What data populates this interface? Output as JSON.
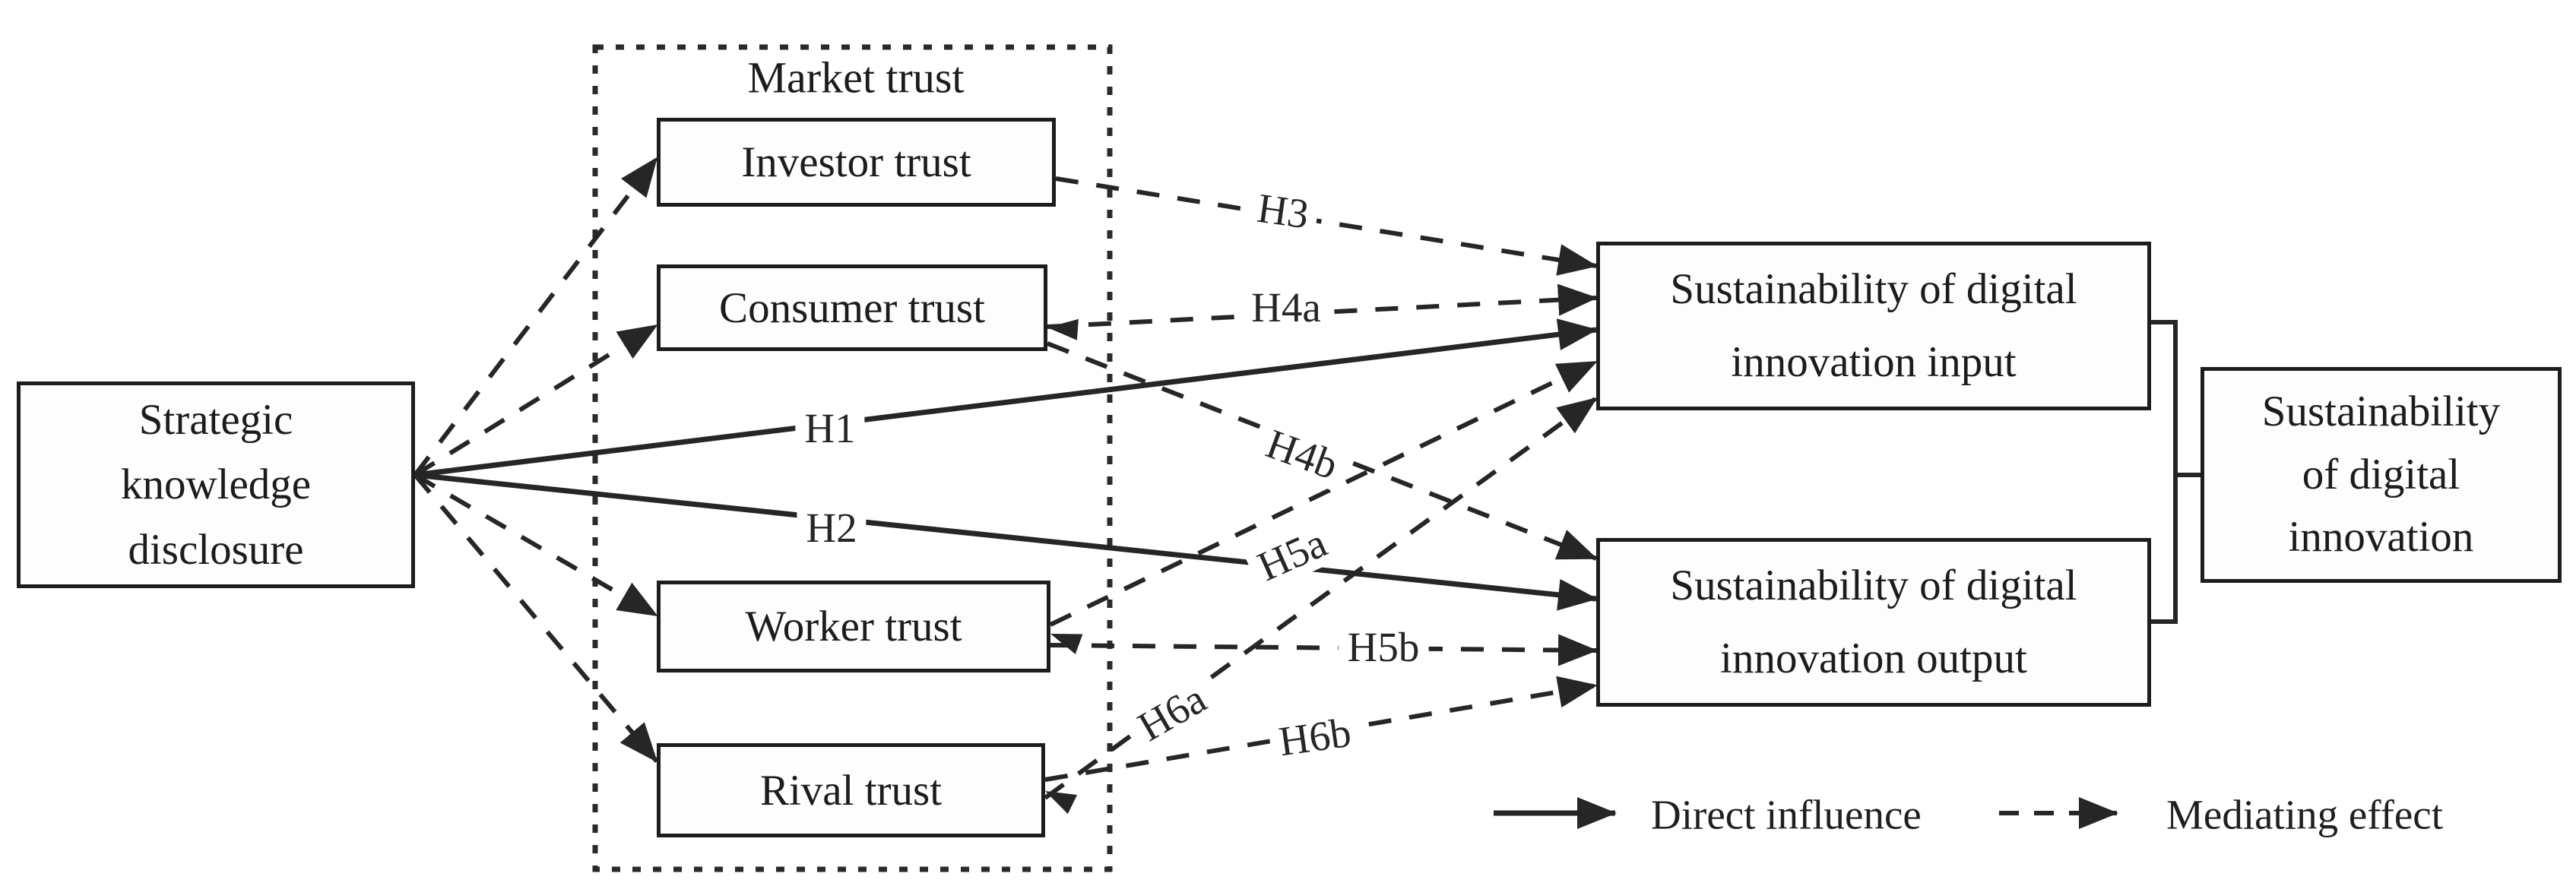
{
  "diagram": {
    "group_title": "Market trust",
    "nodes": {
      "skd": {
        "line1": "Strategic",
        "line2": "knowledge",
        "line3": "disclosure"
      },
      "investor": {
        "label": "Investor trust"
      },
      "consumer": {
        "label": "Consumer trust"
      },
      "worker": {
        "label": "Worker trust"
      },
      "rival": {
        "label": "Rival trust"
      },
      "input": {
        "line1": "Sustainability of digital",
        "line2": "innovation input"
      },
      "output": {
        "line1": "Sustainability of digital",
        "line2": "innovation output"
      },
      "overall": {
        "line1": "Sustainability",
        "line2": "of digital",
        "line3": "innovation"
      }
    },
    "hypotheses": {
      "h1": "H1",
      "h2": "H2",
      "h3": "H3",
      "h4a": "H4a",
      "h4b": "H4b",
      "h5a": "H5a",
      "h5b": "H5b",
      "h6a": "H6a",
      "h6b": "H6b"
    },
    "legend": {
      "direct": "Direct influence",
      "mediating": "Mediating effect"
    },
    "colors": {
      "ink": "#262626",
      "background": "#ffffff"
    }
  }
}
